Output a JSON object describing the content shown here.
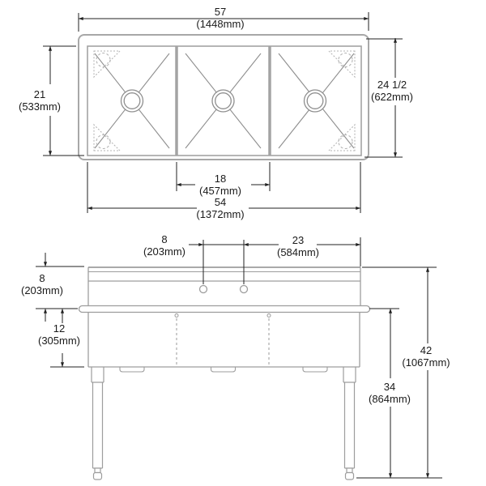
{
  "drawing": {
    "subject": "three-compartment-sink",
    "views": {
      "top": "plan-view",
      "front": "front-elevation"
    }
  },
  "dims": {
    "overall_width": {
      "in": "57",
      "mm": "(1448mm)"
    },
    "bowl_front_to_back": {
      "in": "21",
      "mm": "(533mm)"
    },
    "overall_front_to_back": {
      "in": "24 1/2",
      "mm": "(622mm)"
    },
    "bowl_width": {
      "in": "18",
      "mm": "(457mm)"
    },
    "bowls_total_width": {
      "in": "54",
      "mm": "(1372mm)"
    },
    "faucet_hole_spacing": {
      "in": "8",
      "mm": "(203mm)"
    },
    "faucet_to_right_edge": {
      "in": "23",
      "mm": "(584mm)"
    },
    "backsplash_height": {
      "in": "8",
      "mm": "(203mm)"
    },
    "apron_depth": {
      "in": "12",
      "mm": "(305mm)"
    },
    "rim_height": {
      "in": "34",
      "mm": "(864mm)"
    },
    "overall_height": {
      "in": "42",
      "mm": "(1067mm)"
    }
  },
  "colors": {
    "dimension_lines": "#222222",
    "structure_lines": "#9d9d9d",
    "dotted_detail": "#b6b6b6",
    "background": "#ffffff"
  }
}
